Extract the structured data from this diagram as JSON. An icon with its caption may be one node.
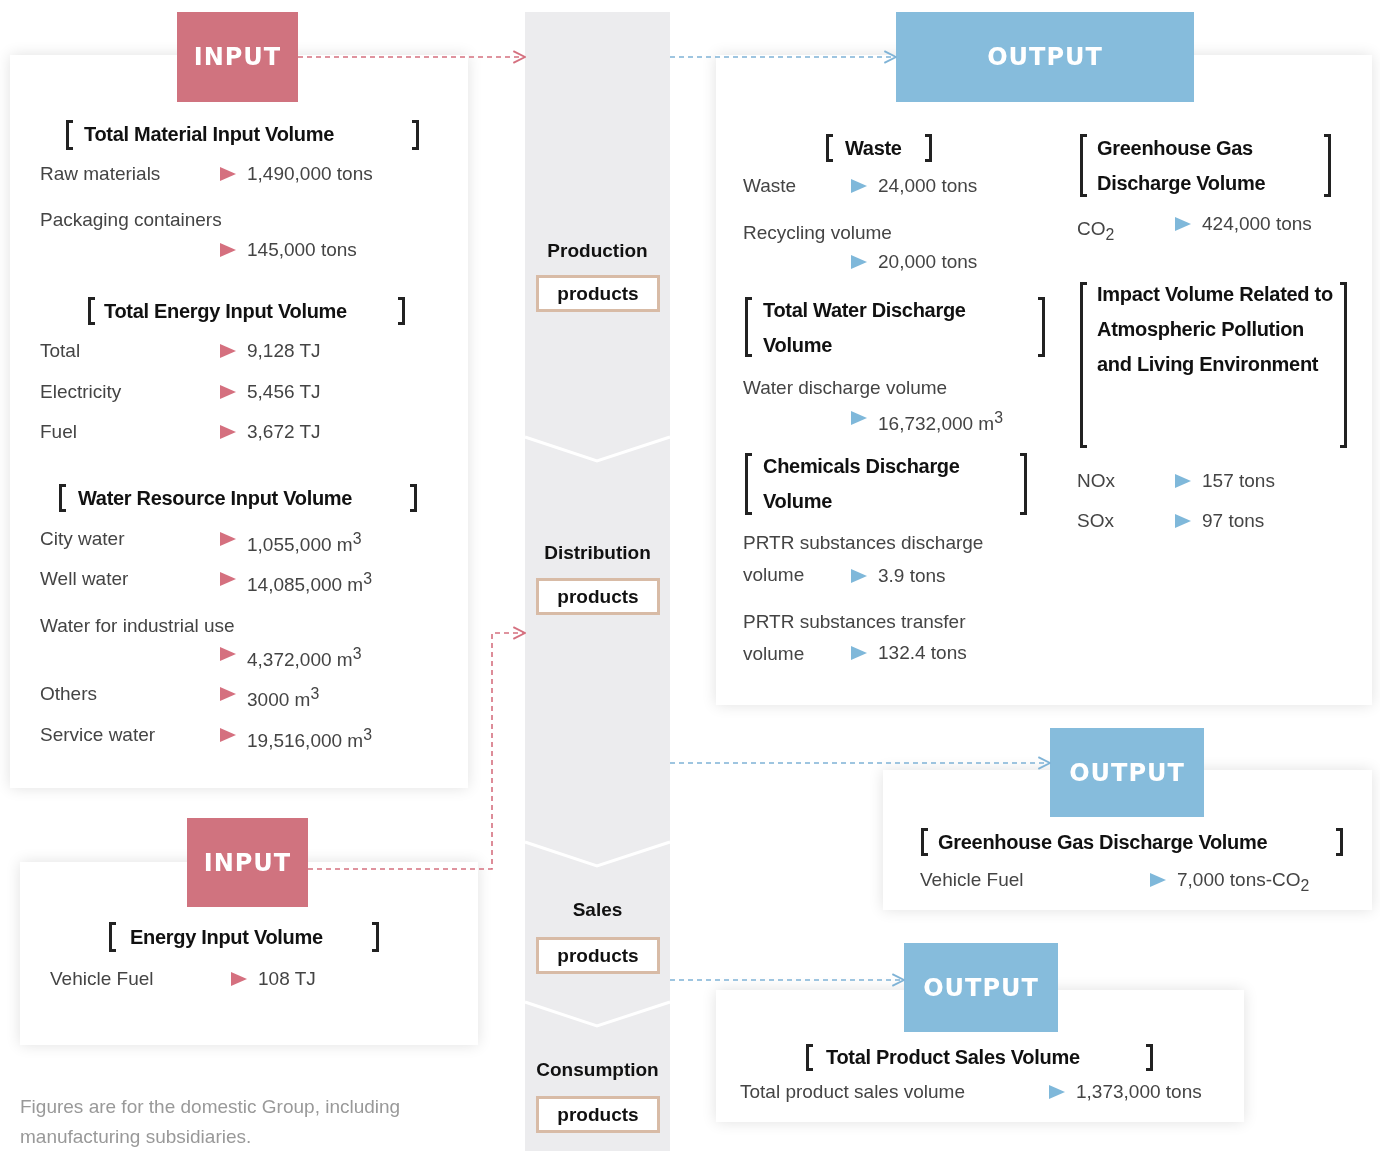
{
  "diagram": {
    "caption": "Figures are for the domestic Group, including manufacturing subsidiaries.",
    "nodes": [
      {
        "text": [
          "INPUT"
        ]
      },
      {
        "text": [
          "INPUT"
        ]
      },
      {
        "text": [
          "Production"
        ]
      },
      {
        "text": [
          "products"
        ],
        "in": 2
      },
      {
        "text": [
          "Distribution"
        ]
      },
      {
        "text": [
          "products"
        ],
        "in": 4
      },
      {
        "text": [
          "Sales"
        ]
      },
      {
        "text": [
          "products"
        ],
        "in": 6
      },
      {
        "text": [
          "Consumption"
        ]
      },
      {
        "text": [
          "products"
        ],
        "in": 8
      },
      {
        "text": [
          "OUTPUT"
        ]
      },
      {
        "text": [
          "OUTPUT"
        ]
      },
      {
        "text": [
          "OUTPUT"
        ]
      }
    ],
    "edges": [
      {
        "from": 0,
        "to": 2,
        "arrow": "to",
        "style": "dashed",
        "color": "#d5707f"
      },
      {
        "from": 2,
        "to": 10,
        "arrow": "to",
        "style": "dashed"
      },
      {
        "from": 1,
        "to": 4,
        "arrow": "to",
        "style": "dashed",
        "color": "#d5707f"
      },
      {
        "from": 4,
        "to": 11,
        "arrow": "to",
        "style": "dashed"
      },
      {
        "from": 6,
        "to": 12,
        "arrow": "to",
        "style": "dashed"
      }
    ],
    "labels": [
      "Total Material Input Volume",
      "Raw materials",
      "1,490,000 tons",
      "Packaging containers",
      "145,000 tons",
      "Total Energy Input Volume",
      "Total",
      "9,128 TJ",
      "Electricity",
      "5,456 TJ",
      "Fuel",
      "3,672 TJ",
      "Water Resource Input Volume",
      "City water",
      "1,055,000 m$^{3}$",
      "Well water",
      "14,085,000 m$^{3}$",
      "Water for industrial use",
      "4,372,000 m$^{3}$",
      "Others",
      "3000 m$^{3}$",
      "Service water",
      "19,516,000 m$^{3}$",
      "Energy Input Volume",
      "Vehicle Fuel",
      "108 TJ",
      "Waste",
      "Waste",
      "24,000 tons",
      "Recycling volume",
      "20,000 tons",
      "Total Water Discharge Volume",
      "Water discharge volume",
      "16,732,000 m$^{3}$",
      "Chemicals Discharge Volume",
      "PRTR substances discharge volume",
      "3.9 tons",
      "PRTR substances transfer volume",
      "132.4 tons",
      "Greenhouse Gas Discharge Volume",
      "CO$_{2}$",
      "424,000 tons",
      "Impact Volume Related to Atmospheric Pollution and Living Environment",
      "NOx",
      "157 tons",
      "SOx",
      "97 tons",
      "Greenhouse Gas Discharge Volume",
      "Vehicle Fuel",
      "7,000 tons-CO$_{2}$",
      "Total Product Sales Volume",
      "Total product sales volume",
      "1,373,000 tons"
    ]
  }
}
